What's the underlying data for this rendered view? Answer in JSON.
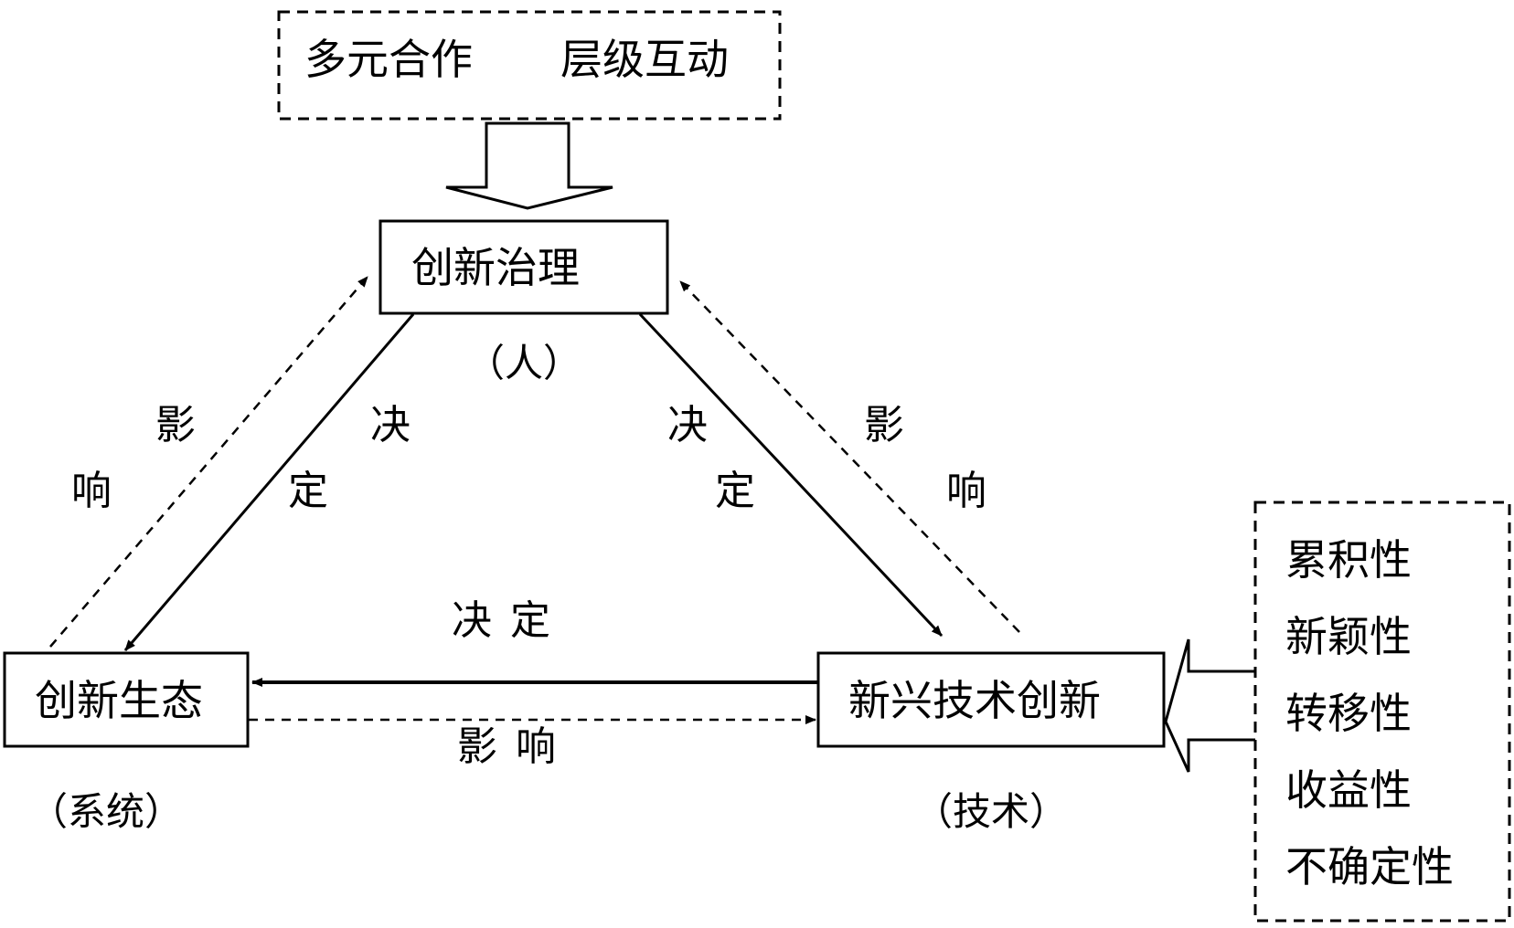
{
  "top_note": {
    "left": "多元合作",
    "right": "层级互动"
  },
  "nodes": {
    "governance": {
      "label": "创新治理",
      "sub": "（人）"
    },
    "ecosystem": {
      "label": "创新生态",
      "sub": "（系统）"
    },
    "technology": {
      "label": "新兴技术创新",
      "sub": "（技术）"
    }
  },
  "edges": {
    "left_influence": [
      "影",
      "响"
    ],
    "left_decide": [
      "决",
      "定"
    ],
    "right_decide": [
      "决",
      "定"
    ],
    "right_influence": [
      "影",
      "响"
    ],
    "bottom_decide": "决定",
    "bottom_influence": "影响"
  },
  "attributes": [
    "累积性",
    "新颖性",
    "转移性",
    "收益性",
    "不确定性"
  ]
}
